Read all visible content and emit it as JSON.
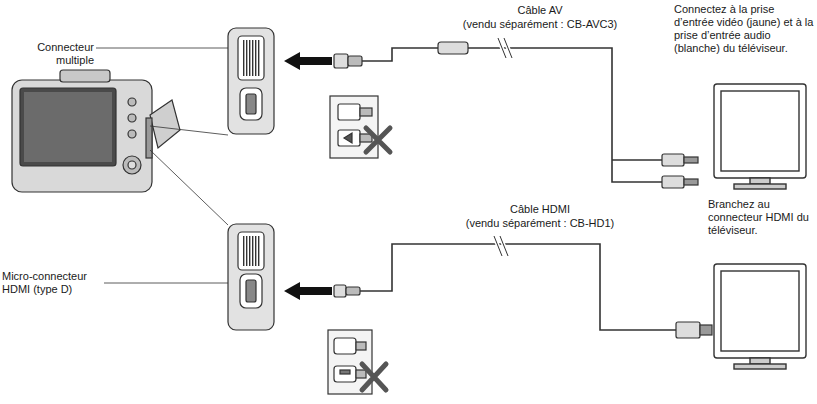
{
  "diagram": {
    "labels": [
      "Câble AV",
      "(vendu séparément : CB-AVC3)",
      "Connectez à la prise d’entrée vidéo (jaune) et à la prise d’entrée audio (blanche) du téléviseur.",
      "Connecteur multiple",
      "Câble HDMI",
      "(vendu séparément : CB-HD1)",
      "Branchez au connecteur HDMI du téléviseur.",
      "Micro-connecteur HDMI (type D)"
    ]
  }
}
